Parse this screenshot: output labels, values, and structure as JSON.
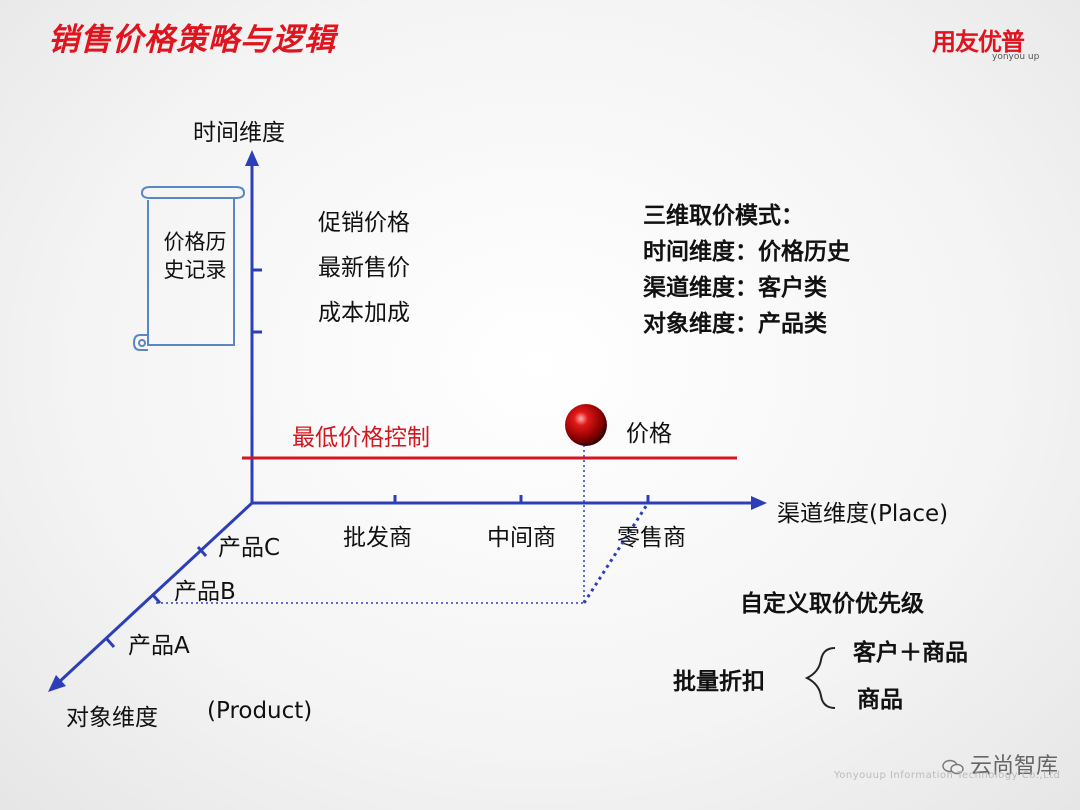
{
  "title": "销售价格策略与逻辑",
  "logo": {
    "main": "用友优普",
    "sub": "yonyou up"
  },
  "axes": {
    "time": "时间维度",
    "place": "渠道维度(Place)",
    "object": "对象维度",
    "object_en": "(Product)"
  },
  "price_history_scroll": "价格历史记录",
  "time_items": [
    "促销价格",
    "最新售价",
    "成本加成"
  ],
  "channels": [
    "批发商",
    "中间商",
    "零售商"
  ],
  "products": [
    "产品C",
    "产品B",
    "产品A"
  ],
  "min_price_label": "最低价格控制",
  "price_point_label": "价格",
  "mode": {
    "heading": "三维取价模式：",
    "lines": [
      "时间维度：价格历史",
      "渠道维度：客户类",
      "对象维度：产品类"
    ]
  },
  "priority": {
    "heading": "自定义取价优先级",
    "left": "批量折扣",
    "options": [
      "客户＋商品",
      "商品"
    ]
  },
  "watermark": "云尚智库",
  "footer": "Yonyouup Information Technology Co.,Ltd",
  "colors": {
    "axis": "#2c3fb8",
    "accent": "#e0141e",
    "min_line": "#d4161e"
  }
}
